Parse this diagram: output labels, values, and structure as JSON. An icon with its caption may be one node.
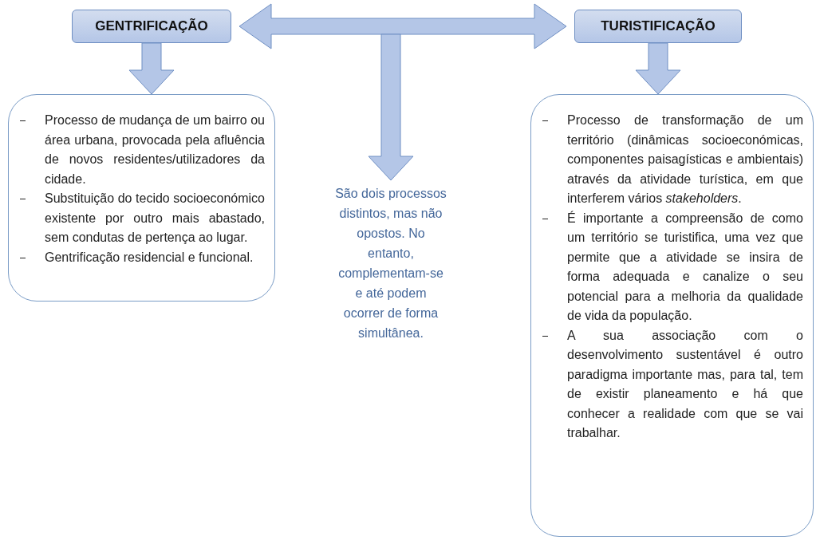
{
  "diagram": {
    "nodes": [
      {
        "text": [
          "GENTRIFICAÇÃO"
        ]
      },
      {
        "text": [
          "TURISTIFICAÇÃO"
        ]
      },
      {
        "text": [
          "Processo de mudança de um bairro ou área urbana, provocada pela afluência de novos residentes/utilizadores da cidade.",
          "Substituição do tecido socioeconómico existente por outro mais abastado, sem condutas de pertença ao lugar.",
          "Gentrificação residencial e funcional."
        ]
      },
      {
        "text": [
          "Processo de transformação de um território (dinâmicas socioeconómicas, componentes paisagísticas e ambientais) através da atividade turística, em que interferem vários *stakeholders*.",
          "É importante a compreensão de como um território se turistifica, uma vez que permite que a atividade se insira de forma adequada e canalize o seu potencial para a melhoria da qualidade de vida da população.",
          "A sua associação com o desenvolvimento sustentável é outro paradigma importante mas, para tal, tem de existir planeamento e há que conhecer a realidade com que se vai trabalhar."
        ]
      },
      {
        "text": [
          "São dois processos distintos, mas não opostos. No entanto, complementam-se e até podem ocorrer de forma simultânea."
        ]
      }
    ],
    "edges": [
      {
        "from": 0,
        "to": 2,
        "arrow": "to"
      },
      {
        "from": 1,
        "to": 3,
        "arrow": "to"
      },
      {
        "from": 0,
        "to": 1,
        "arrow": "both"
      },
      {
        "from": null,
        "to": 4,
        "arrow": "to"
      }
    ]
  }
}
